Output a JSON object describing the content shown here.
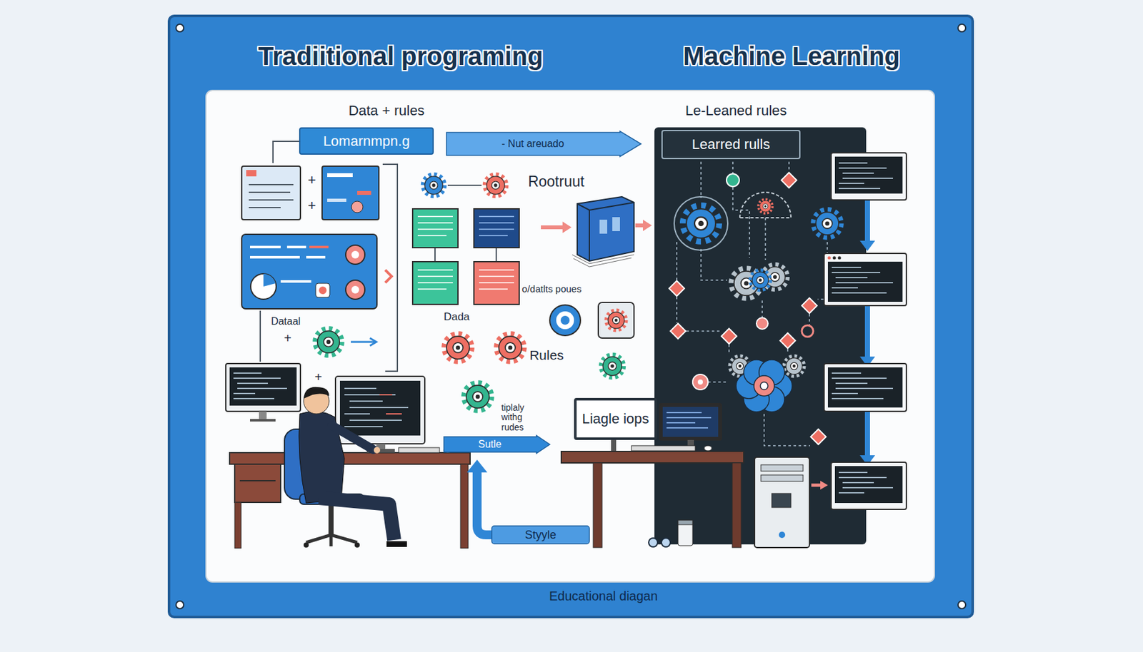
{
  "diagram": {
    "title": "Tradiitional programing",
    "caption": "Educational diagan",
    "nodes": [
      {
        "text": [
          "Lomarnmpn.g"
        ]
      },
      {
        "text": [
          "- Nut areuado"
        ]
      },
      {
        "text": [
          "Le-Leaned rules"
        ]
      },
      {
        "text": [
          "Learred rulls"
        ],
        "in": 2
      },
      {
        "text": [
          "Liagle iops"
        ]
      },
      {
        "text": [
          "Sutle"
        ]
      },
      {
        "text": [
          "Styyle"
        ]
      }
    ],
    "labels": [
      "Machine Learning",
      "Data + rules",
      "+",
      "+",
      "Rootruut",
      "o/datlts poues",
      "Dada",
      "Rules",
      "Dataal",
      "+",
      "+",
      "tiplaly withg rudes"
    ]
  }
}
